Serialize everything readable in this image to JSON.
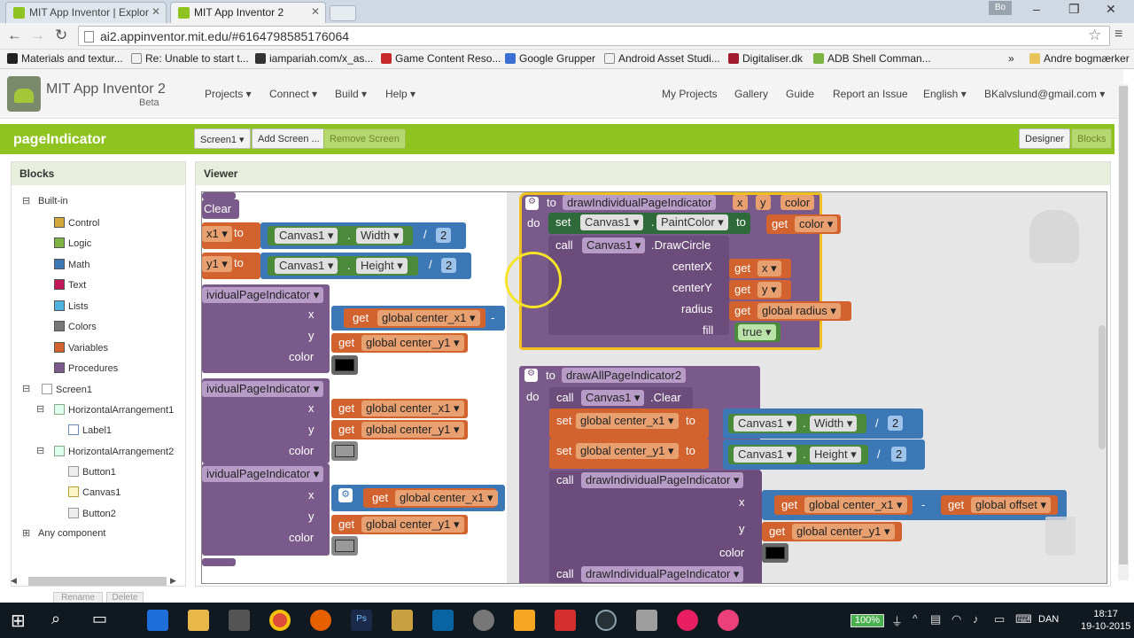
{
  "browser": {
    "tabs": [
      {
        "title": "MIT App Inventor | Explor"
      },
      {
        "title": "MIT App Inventor 2"
      }
    ],
    "url": "ai2.appinventor.mit.edu/#6164798585176064",
    "profile": "Bo",
    "bookmarks": [
      {
        "label": "Materials and textur..."
      },
      {
        "label": "Re: Unable to start t..."
      },
      {
        "label": "iampariah.com/x_as..."
      },
      {
        "label": "Game Content Reso..."
      },
      {
        "label": "Google Grupper"
      },
      {
        "label": "Android Asset Studi..."
      },
      {
        "label": "Digitaliser.dk"
      },
      {
        "label": "ADB Shell Comman..."
      },
      {
        "label": "Andre bogmærker"
      }
    ],
    "bookmarks_overflow": "»"
  },
  "app": {
    "title": "MIT App Inventor 2",
    "subtitle": "Beta",
    "menus": [
      "Projects ▾",
      "Connect ▾",
      "Build ▾",
      "Help ▾"
    ],
    "right_links": [
      "My Projects",
      "Gallery",
      "Guide",
      "Report an Issue",
      "English ▾",
      "BKalvslund@gmail.com ▾"
    ]
  },
  "project": {
    "name": "pageIndicator",
    "screen_select": "Screen1 ▾",
    "add_screen": "Add Screen ...",
    "remove_screen": "Remove Screen",
    "designer": "Designer",
    "blocks": "Blocks"
  },
  "blocks_panel": {
    "header": "Blocks",
    "builtin": "Built-in",
    "items": [
      {
        "label": "Control",
        "color": "#d3a93b"
      },
      {
        "label": "Logic",
        "color": "#7cb342"
      },
      {
        "label": "Math",
        "color": "#3c78b5"
      },
      {
        "label": "Text",
        "color": "#c2185b"
      },
      {
        "label": "Lists",
        "color": "#4fb3e0"
      },
      {
        "label": "Colors",
        "color": "#777777"
      },
      {
        "label": "Variables",
        "color": "#d2622e"
      },
      {
        "label": "Procedures",
        "color": "#7a5a8a"
      }
    ],
    "screen": "Screen1",
    "components": [
      {
        "label": "HorizontalArrangement1",
        "level": 1
      },
      {
        "label": "Label1",
        "level": 2
      },
      {
        "label": "HorizontalArrangement2",
        "level": 1
      },
      {
        "label": "Button1",
        "level": 2
      },
      {
        "label": "Canvas1",
        "level": 2
      },
      {
        "label": "Button2",
        "level": 2
      }
    ],
    "any_component": "Any component",
    "rename": "Rename",
    "delete": "Delete"
  },
  "viewer": {
    "header": "Viewer",
    "left_blocks": {
      "clear": "Clear",
      "x1": "x1 ▾",
      "y1": "y1 ▾",
      "to": "to",
      "canvas1": "Canvas1 ▾",
      "width": "Width ▾",
      "height": "Height ▾",
      "div": "/",
      "two": "2",
      "dot": ".",
      "call1": "ividualPageIndicator ▾",
      "x": "x",
      "y": "y",
      "color": "color",
      "get": "get",
      "center_x1": "global center_x1 ▾",
      "center_y1": "global center_y1 ▾",
      "minus": "-"
    },
    "proc1": {
      "to": "to",
      "name": "drawIndividualPageIndicator",
      "params": [
        "x",
        "y",
        "color"
      ],
      "do": "do",
      "set": "set",
      "canvas": "Canvas1 ▾",
      "dot": ".",
      "paintcolor": "PaintColor ▾",
      "setto": "to",
      "get": "get",
      "getcolor": "color ▾",
      "call": "call",
      "drawcircle": ".DrawCircle",
      "centerX": "centerX",
      "centerY": "centerY",
      "radius": "radius",
      "fill": "fill",
      "gx": "x ▾",
      "gy": "y ▾",
      "gradius": "global radius ▾",
      "true": "true ▾"
    },
    "proc2": {
      "to": "to",
      "name": "drawAllPageIndicator2",
      "do": "do",
      "call": "call",
      "canvas": "Canvas1 ▾",
      "clear": ".Clear",
      "set": "set",
      "setto": "to",
      "cx": "global center_x1 ▾",
      "cy": "global center_y1 ▾",
      "width": "Width ▾",
      "height": "Height ▾",
      "dot": ".",
      "div": "/",
      "two": "2",
      "callname": "drawIndividualPageIndicator ▾",
      "x": "x",
      "y": "y",
      "color": "color",
      "get": "get",
      "minus": "-",
      "offset": "global offset ▾"
    }
  },
  "taskbar": {
    "battery": "100%",
    "lang": "DAN",
    "time": "18:17",
    "date": "19-10-2015"
  }
}
